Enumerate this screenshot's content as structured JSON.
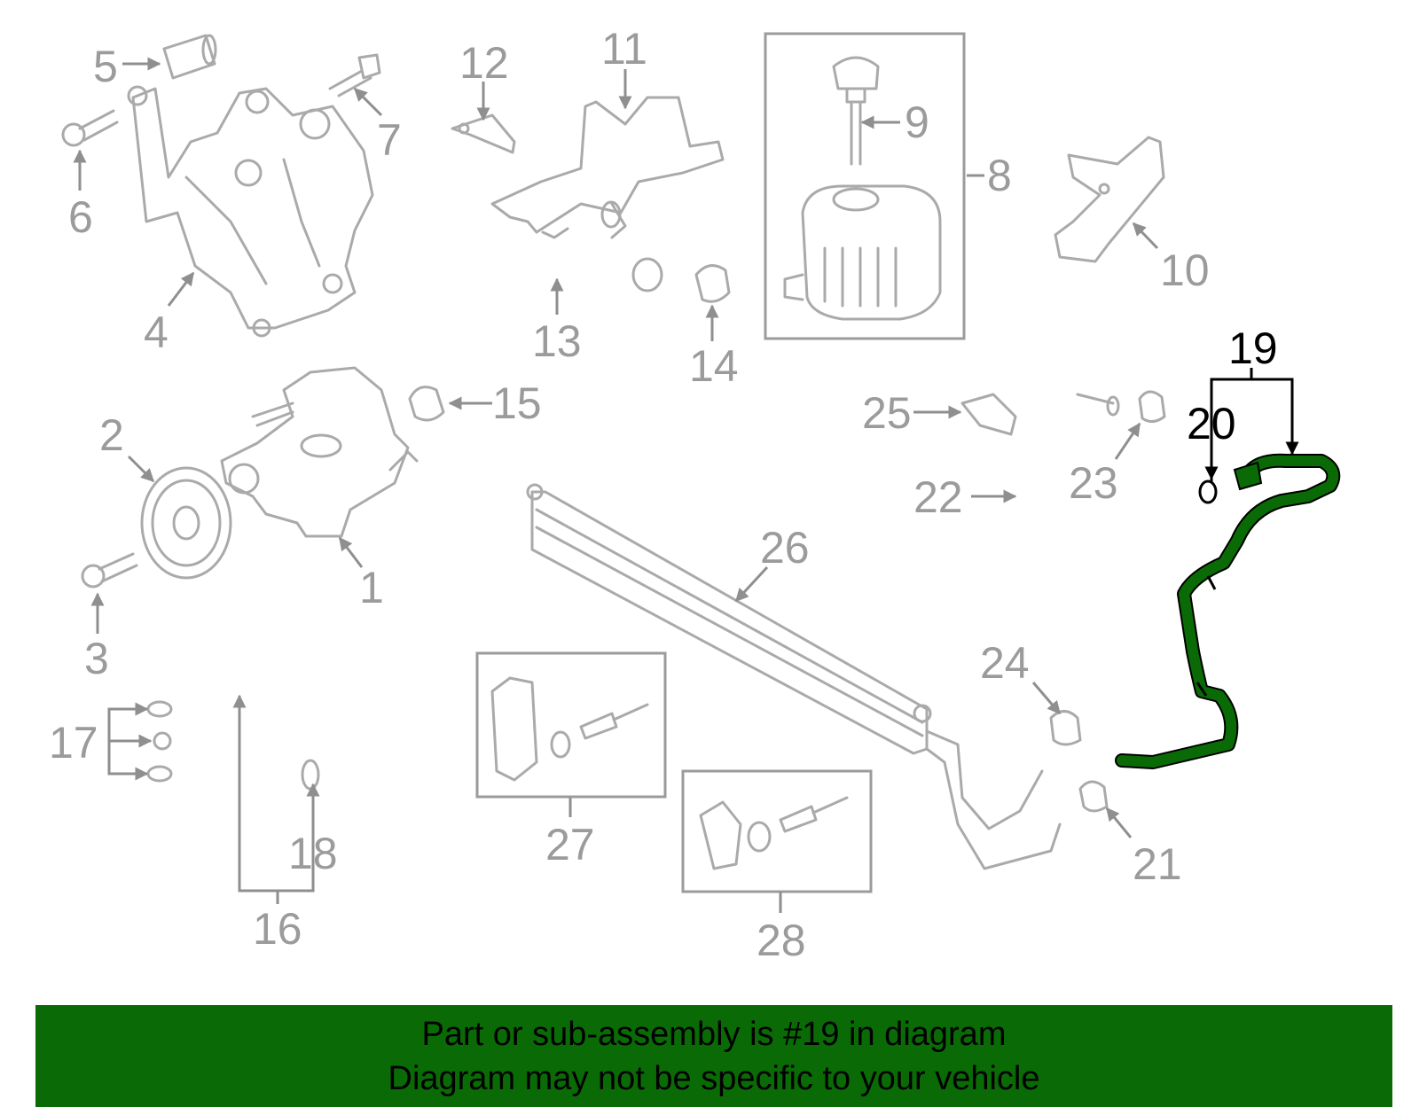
{
  "callouts": [
    "1",
    "2",
    "3",
    "4",
    "5",
    "6",
    "7",
    "8",
    "9",
    "10",
    "11",
    "12",
    "13",
    "14",
    "15",
    "16",
    "17",
    "18",
    "19",
    "20",
    "21",
    "22",
    "23",
    "24",
    "25",
    "26",
    "27",
    "28"
  ],
  "highlight_part": "19",
  "colors": {
    "highlight": "#0a6b06",
    "part_stroke": "#aaaaaa",
    "label": "#9b9b9b"
  },
  "banner": {
    "line1": "Part or sub-assembly is #19 in diagram",
    "line2": "Diagram may not be specific to your vehicle"
  }
}
